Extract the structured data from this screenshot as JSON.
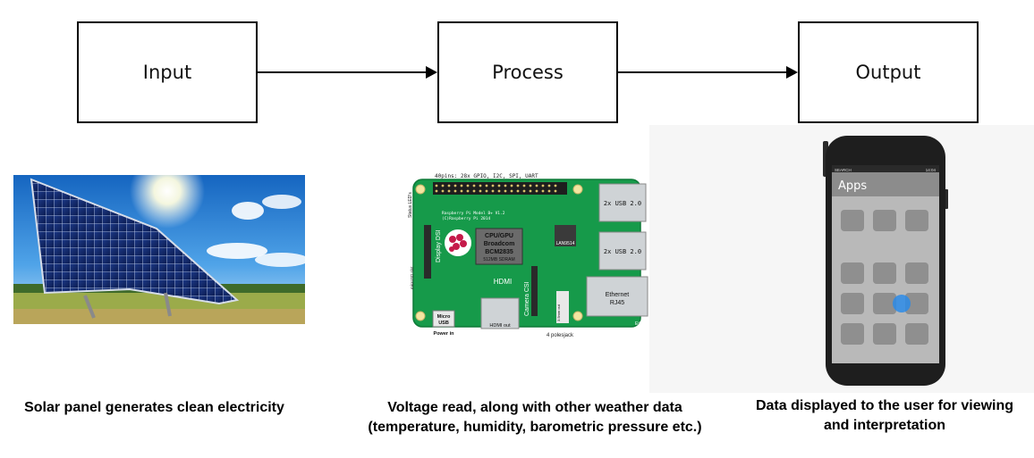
{
  "diagram": {
    "stages": [
      {
        "label": "Input"
      },
      {
        "label": "Process"
      },
      {
        "label": "Output"
      }
    ],
    "captions": [
      {
        "line1": "Solar panel generates clean electricity",
        "line2": ""
      },
      {
        "line1": "Voltage read, along with other weather data",
        "line2": "(temperature, humidity, barometric pressure etc.)"
      },
      {
        "line1": "Data displayed to the user for viewing",
        "line2": "and interpretation"
      }
    ]
  },
  "board": {
    "header": "40pins: 28x GPIO, I2C, SPI, UART",
    "model_line1": "Raspberry Pi Model B+ V1.2",
    "model_line2": "(C)Raspberry Pi 2014",
    "chip_line1": "CPU/GPU",
    "chip_line2": "Broadcom",
    "chip_line3": "BCM2835",
    "chip_line4": "512MB SDRAM",
    "usb_top": "2x USB 2.0",
    "usb_bottom": "2x USB 2.0",
    "lan_chip": "LAN9514",
    "ethernet_line1": "Ethernet",
    "ethernet_line2": "RJ45",
    "ethernet_edge": "Ethernet",
    "hdmi": "HDMI",
    "display": "Display DSI",
    "camera": "Camera CSI",
    "micro_usb_line1": "Micro",
    "micro_usb_line2": "USB",
    "power_in": "Power in",
    "hdmi_out": "HDMI out",
    "poles_jack": "4 polesjack",
    "status_leds": "Status LED's",
    "microsd": "microSD slot",
    "audio": "3.5mm out"
  },
  "phone": {
    "status_search": "SEARCH",
    "status_time": "14:04",
    "screen_title": "Apps"
  },
  "colors": {
    "board_green": "#169a4a",
    "phone_body": "#1e1e1e",
    "screen": "#b9b9b9",
    "touch_dot": "#2b8be8"
  }
}
